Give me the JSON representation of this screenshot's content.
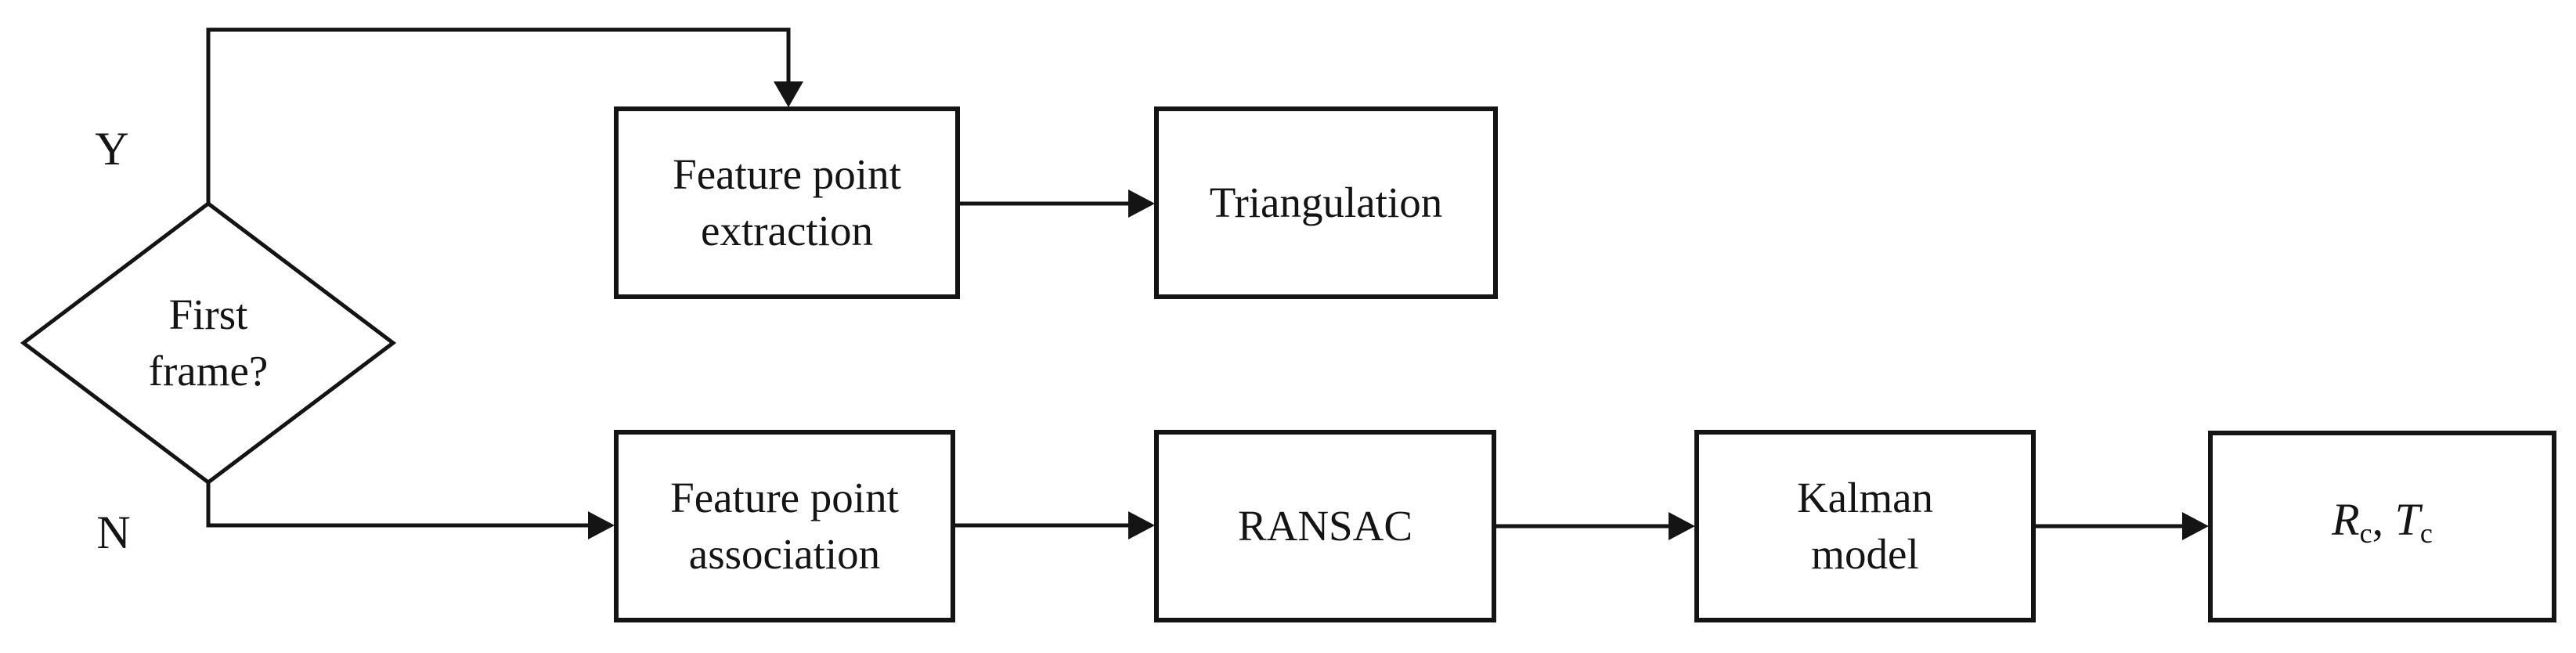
{
  "flowchart": {
    "decision": {
      "line1": "First",
      "line2": "frame?"
    },
    "branches": {
      "yes": "Y",
      "no": "N"
    },
    "nodes": {
      "feature_extraction": {
        "line1": "Feature point",
        "line2": "extraction"
      },
      "triangulation": {
        "label": "Triangulation"
      },
      "feature_association": {
        "line1": "Feature point",
        "line2": "association"
      },
      "ransac": {
        "label": "RANSAC"
      },
      "kalman": {
        "line1": "Kalman",
        "line2": "model"
      },
      "output": {
        "var1": "R",
        "var1_sub": "c",
        "separator": ", ",
        "var2": "T",
        "var2_sub": "c"
      }
    },
    "colors": {
      "stroke": "#141414",
      "background": "#ffffff"
    }
  }
}
